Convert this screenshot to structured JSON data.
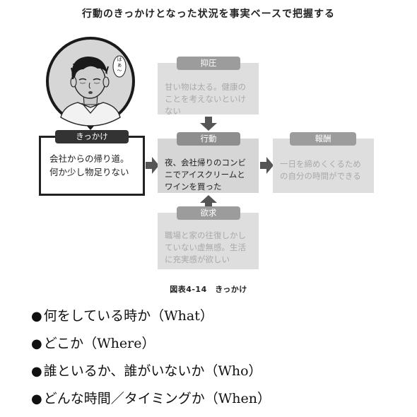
{
  "title": "行動のきっかけとなった状況を事実ベースで把握する",
  "speech": "はぁ～",
  "trigger": {
    "label": "きっかけ",
    "text": "会社からの帰り道。何か少し物足りない"
  },
  "suppression": {
    "label": "抑圧",
    "text": "甘い物は太る。健康のことを考えないといけない"
  },
  "action": {
    "label": "行動",
    "text": "夜、会社帰りのコンビニでアイスクリームとワインを買った"
  },
  "reward": {
    "label": "報酬",
    "text": "一日を締めくくるための自分の時間ができる"
  },
  "desire": {
    "label": "欲求",
    "text": "職場と家の往復しかしていない虚無感。生活に充実感が欲しい"
  },
  "caption": "図表4-14　きっかけ",
  "bullet_symbol": "●",
  "bullets": [
    "何をしている時か（What）",
    "どこか（Where）",
    "誰といるか、誰がいないか（Who）",
    "どんな時間／タイミングか（When）"
  ]
}
